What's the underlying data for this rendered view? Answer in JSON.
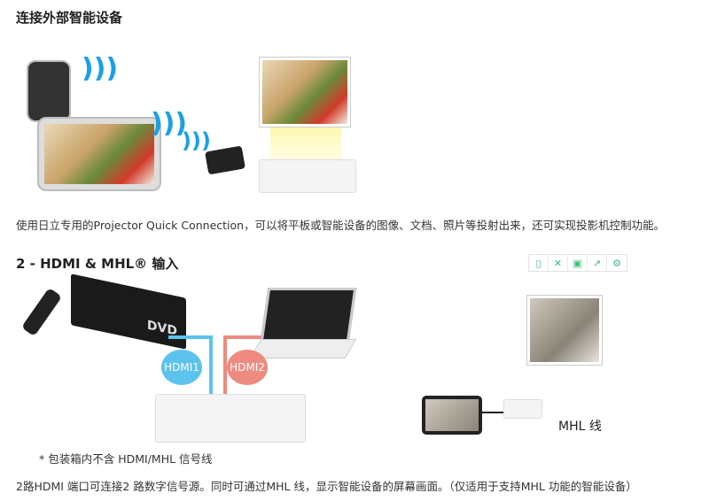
{
  "section1": {
    "title": "连接外部智能设备",
    "description": "使用日立专用的Projector Quick Connection，可以将平板或智能设备的图像、文档、照片等投射出来，还可实现投影机控制功能。"
  },
  "section2": {
    "title": "2 - HDMI & MHL® 输入",
    "hdmi1_label": "HDMI1",
    "hdmi2_label": "HDMI2",
    "dvd_label": "DVD",
    "mhl_label": "MHL 线",
    "footnote": "* 包装箱内不含 HDMI/MHL 信号线",
    "description": "2路HDMI 端口可连接2 路数字信号源。同时可通过MHL 线，显示智能设备的屏幕画面。（仅适用于支持MHL 功能的智能设备）"
  },
  "toolbar": {
    "icons": [
      "phone-icon",
      "fullscreen-icon",
      "save-icon",
      "share-icon",
      "settings-icon"
    ]
  },
  "colors": {
    "accent": "#3ebd7e",
    "hdmi1": "#5cc3ee",
    "hdmi2": "#ee8a80"
  }
}
